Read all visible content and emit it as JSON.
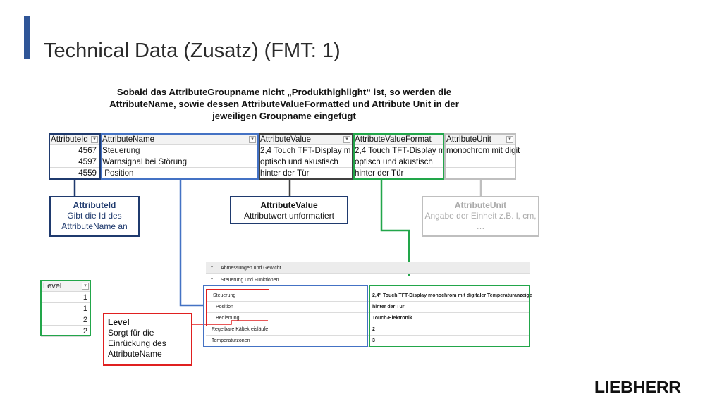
{
  "title": "Technical Data (Zusatz) (FMT: 1)",
  "note": "Sobald das AttributeGroupname nicht „Produkthighlight“ ist, so werden die AttributeName, sowie dessen AttributeValueFormatted und Attribute Unit in der jeweiligen Groupname eingefügt",
  "top_table": {
    "headers": [
      "AttributeId",
      "AttributeName",
      "AttributeValue",
      "AttributeValueFormat",
      "AttributeUnit"
    ],
    "rows": [
      [
        "4567",
        "Steuerung",
        "2,4 Touch TFT-Display m",
        "2,4 Touch TFT-Display m",
        "monochrom mit digit"
      ],
      [
        "4597",
        "Warnsignal bei Störung",
        "optisch und akustisch",
        "optisch und akustisch",
        ""
      ],
      [
        "4559",
        " Position",
        "hinter der Tür",
        "hinter der Tür",
        ""
      ]
    ]
  },
  "callouts": {
    "attribute_id": {
      "title": "AttributeId",
      "text": "Gibt die Id des AttributeName an"
    },
    "attribute_value": {
      "title": "AttributeValue",
      "text": "Attributwert unformatiert"
    },
    "attribute_unit": {
      "title": "AttributeUnit",
      "text": "Angabe der Einheit z.B. l, cm, …"
    },
    "level": {
      "title": "Level",
      "text": "Sorgt für die Einrückung des AttributeName"
    }
  },
  "level_table": {
    "header": "Level",
    "values": [
      "1",
      "1",
      "2",
      "2"
    ]
  },
  "preview": {
    "groups": [
      "Abmessungen und Gewicht",
      "Steuerung und Funktionen"
    ],
    "rows": [
      {
        "name": "Steuerung",
        "value": "2,4\" Touch TFT-Display monochrom mit digitaler Temperaturanzeige",
        "indent": false
      },
      {
        "name": "Position",
        "value": "hinter der Tür",
        "indent": true
      },
      {
        "name": "Bedienung",
        "value": "Touch-Elektronik",
        "indent": true
      },
      {
        "name": "Regelbare Kältekreisläufe",
        "value": "2",
        "indent": false
      },
      {
        "name": "Temperaturzonen",
        "value": "3",
        "indent": false
      }
    ]
  },
  "logo": "LIEBHERR",
  "colors": {
    "accent": "#2f5597",
    "navy": "#1f3a6e",
    "blue": "#4472c4",
    "dark": "#404040",
    "green": "#22a64a",
    "gray": "#bfbfbf",
    "red": "#e02020"
  }
}
